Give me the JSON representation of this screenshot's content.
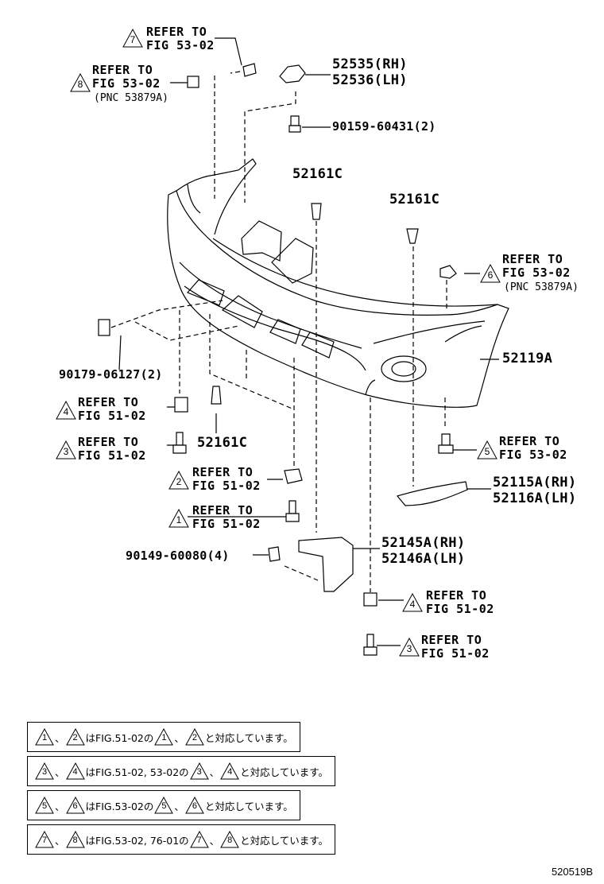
{
  "refer_to": "REFER TO",
  "fig_51_02": "FIG 51-02",
  "fig_53_02": "FIG 53-02",
  "pnc_53879a": "(PNC 53879A)",
  "parts": {
    "p52535": "52535(RH)",
    "p52536": "52536(LH)",
    "p90159": "90159-60431(2)",
    "p52161c": "52161C",
    "p52119a": "52119A",
    "p90179": "90179-06127(2)",
    "p52115a": "52115A(RH)",
    "p52116a": "52116A(LH)",
    "p90149": "90149-60080(4)",
    "p52145a": "52145A(RH)",
    "p52146a": "52146A(LH)"
  },
  "tri": {
    "t1": "1",
    "t2": "2",
    "t3": "3",
    "t4": "4",
    "t5": "5",
    "t6": "6",
    "t7": "7",
    "t8": "8"
  },
  "notes": {
    "n1": {
      "a": "1",
      "b": "2",
      "mid": "はFIG.51-02の",
      "c": "1",
      "d": "2",
      "end": "と対応しています。"
    },
    "n2": {
      "a": "3",
      "b": "4",
      "mid": "はFIG.51-02, 53-02の",
      "c": "3",
      "d": "4",
      "end": "と対応しています。"
    },
    "n3": {
      "a": "5",
      "b": "6",
      "mid": "はFIG.53-02の",
      "c": "5",
      "d": "6",
      "end": "と対応しています。"
    },
    "n4": {
      "a": "7",
      "b": "8",
      "mid": "はFIG.53-02, 76-01の",
      "c": "7",
      "d": "8",
      "end": "と対応しています。"
    },
    "sep": "、"
  },
  "illustration_code": "520519B"
}
